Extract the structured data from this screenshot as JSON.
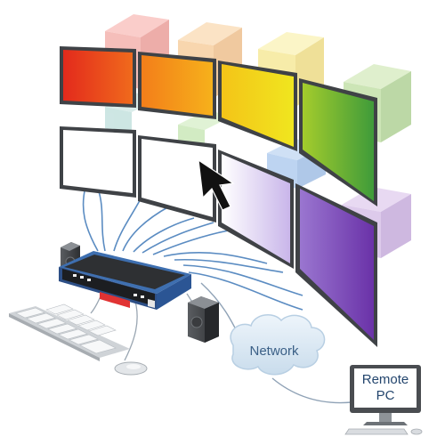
{
  "diagram": {
    "network_label": "Network",
    "remote_pc_label_line1": "Remote",
    "remote_pc_label_line2": "PC"
  },
  "colors": {
    "red": "#e33a1e",
    "orange": "#f19318",
    "yellow": "#f5d417",
    "green": "#74b82e",
    "purple": "#7e4bb8",
    "lavender": "#d2c4ec",
    "cable": "#5b8cc2",
    "bezel": "#5b5f63"
  }
}
